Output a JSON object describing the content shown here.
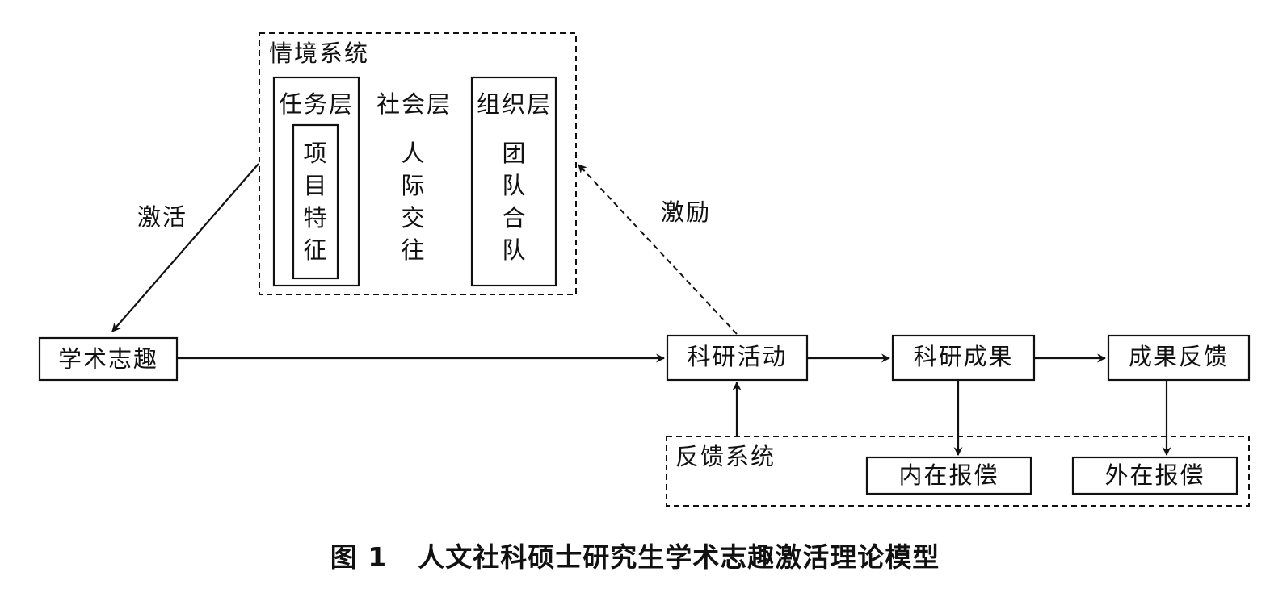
{
  "situation_system": {
    "title": "情境系统",
    "task_layer": {
      "title": "任务层",
      "item": "项目特征"
    },
    "social_layer": {
      "title": "社会层",
      "item": "人际交往"
    },
    "org_layer": {
      "title": "组织层",
      "item": "团队合队"
    }
  },
  "edges": {
    "activate": "激活",
    "motivate": "激励"
  },
  "nodes": {
    "academic_interest": "学术志趣",
    "research_activity": "科研活动",
    "research_outcome": "科研成果",
    "outcome_feedback": "成果反馈",
    "intrinsic_reward": "内在报偿",
    "extrinsic_reward": "外在报偿"
  },
  "feedback_system": {
    "title": "反馈系统"
  },
  "caption": {
    "number": "图 1",
    "text": "人文社科硕士研究生学术志趣激活理论模型"
  }
}
